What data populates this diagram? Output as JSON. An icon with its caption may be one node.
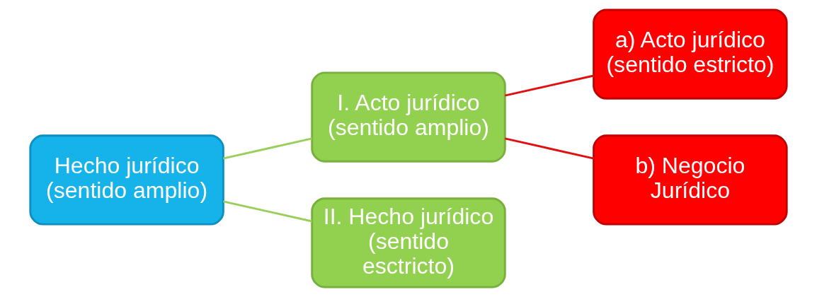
{
  "diagram": {
    "nodes": [
      {
        "text": [
          "Hecho jurídico (sentido amplio)"
        ]
      },
      {
        "text": [
          "I. Acto jurídico (sentido amplio)"
        ]
      },
      {
        "text": [
          "II. Hecho jurídico (sentido esctricto)"
        ]
      },
      {
        "text": [
          "a) Acto jurídico (sentido estricto)"
        ]
      },
      {
        "text": [
          "b) Negocio Jurídico"
        ]
      }
    ],
    "edges": [
      {
        "from": 0,
        "to": 1,
        "arrow": "none",
        "color": "#9bcf5c"
      },
      {
        "from": 0,
        "to": 2,
        "arrow": "none",
        "color": "#9bcf5c"
      },
      {
        "from": 1,
        "to": 3,
        "arrow": "none",
        "color": "#e01010"
      },
      {
        "from": 1,
        "to": 4,
        "arrow": "none",
        "color": "#e01010"
      }
    ]
  }
}
